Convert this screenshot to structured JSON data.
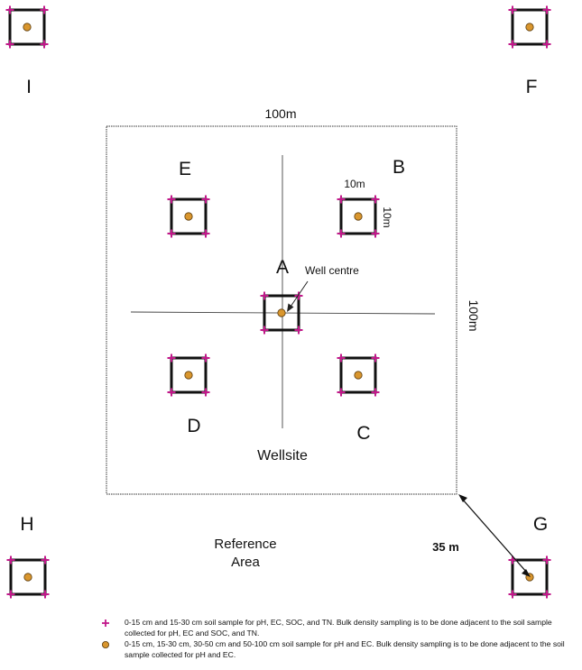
{
  "figure": {
    "reference_area_line1": "Reference",
    "reference_area_line2": "Area",
    "wellsite_label": "Wellsite",
    "well_centre_label": "Well centre",
    "dim_top": "100m",
    "dim_right": "100m",
    "plot_width_label": "10m",
    "plot_height_label": "10m",
    "distance_label": "35 m",
    "plot_labels": {
      "A": "A",
      "B": "B",
      "C": "C",
      "D": "D",
      "E": "E",
      "F": "F",
      "G": "G",
      "H": "H",
      "I": "I"
    }
  },
  "legend": {
    "cross_text": "0-15 cm and 15-30 cm soil sample for pH, EC, SOC, and TN.  Bulk density sampling is to be done adjacent to the soil sample collected for pH, EC and SOC, and TN.",
    "dot_text": "0-15 cm, 15-30 cm, 30-50 cm and 50-100 cm soil sample for pH and EC. Bulk density sampling is to be done adjacent to the soil sample collected for pH and EC."
  },
  "colors": {
    "cross": "#c2188a",
    "dot": "#d9962e",
    "dot_outline": "#5a3a0a",
    "box": "#111111",
    "line": "#333333"
  },
  "icons": {
    "cross_marker": "plus-star",
    "dot_marker": "filled-circle"
  }
}
